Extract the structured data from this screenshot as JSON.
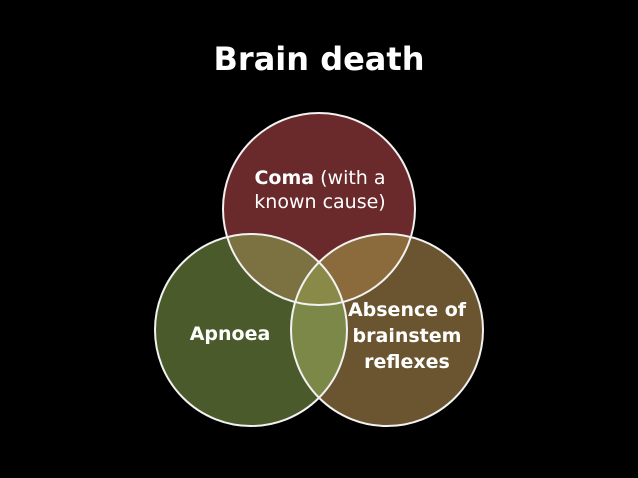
{
  "slide": {
    "title": "Brain death"
  },
  "diagram": {
    "circles": [
      {
        "id": "coma",
        "label_bold": "Coma",
        "label_rest": " (with a known cause)",
        "color": "#6a2a2b"
      },
      {
        "id": "apnoea",
        "label": "Apnoea",
        "color": "#4a5a2a"
      },
      {
        "id": "absence",
        "label": "Absence of brainstem reflexes",
        "color": "#6b5430"
      }
    ],
    "overlap_colors": {
      "coma_apnoea": "#7c7140",
      "coma_absence": "#8b6a3c",
      "apnoea_absence": "#7c8848",
      "center": "#8a8a48"
    },
    "outline_color": "#f2f2f2",
    "background": "#000000"
  }
}
